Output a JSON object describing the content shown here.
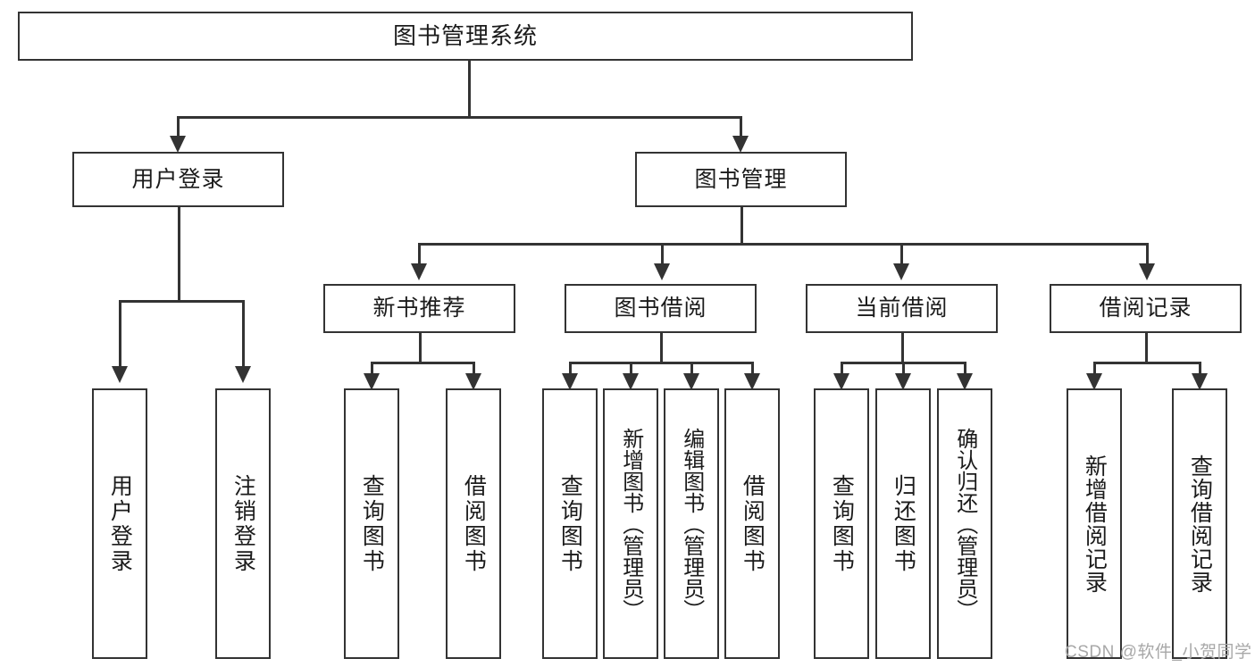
{
  "diagram": {
    "title": "图书管理系统",
    "type": "hierarchy-tree",
    "root": {
      "label": "图书管理系统"
    },
    "level2": [
      {
        "label": "用户登录"
      },
      {
        "label": "图书管理"
      }
    ],
    "level3": [
      {
        "label": "新书推荐"
      },
      {
        "label": "图书借阅"
      },
      {
        "label": "当前借阅"
      },
      {
        "label": "借阅记录"
      }
    ],
    "leaves": {
      "user_login": [
        {
          "label": "用户登录"
        },
        {
          "label": "注销登录"
        }
      ],
      "new_book_recommend": [
        {
          "label": "查询图书"
        },
        {
          "label": "借阅图书"
        }
      ],
      "book_borrow": [
        {
          "label": "查询图书"
        },
        {
          "label": "新增图书（管理员）"
        },
        {
          "label": "编辑图书（管理员）"
        },
        {
          "label": "借阅图书"
        }
      ],
      "current_borrow": [
        {
          "label": "查询图书"
        },
        {
          "label": "归还图书"
        },
        {
          "label": "确认归还（管理员）"
        }
      ],
      "borrow_record": [
        {
          "label": "新增借阅记录"
        },
        {
          "label": "查询借阅记录"
        }
      ]
    }
  },
  "watermark": {
    "text": "CSDN @软件_小贺同学"
  },
  "colors": {
    "stroke": "#333333",
    "background": "#ffffff",
    "text": "#1b1b1b",
    "watermark": "#a8a8a8"
  }
}
